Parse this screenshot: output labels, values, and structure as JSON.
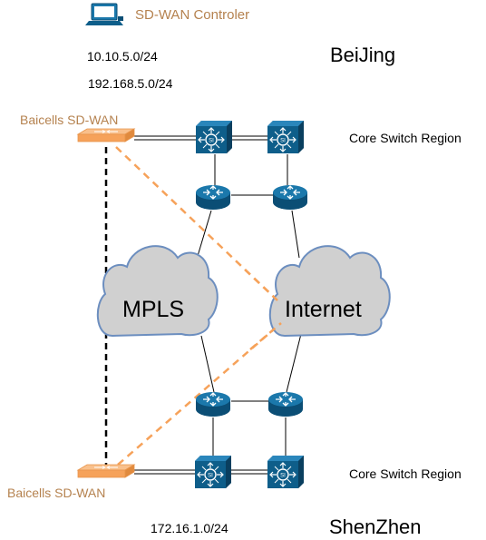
{
  "controller": {
    "label": "SD-WAN Controler",
    "icon": "laptop-icon"
  },
  "beijing": {
    "city": "BeiJing",
    "subnets": [
      "10.10.5.0/24",
      "192.168.5.0/24"
    ],
    "edge_label": "Baicells SD-WAN",
    "core_label": "Core Switch Region"
  },
  "shenzhen": {
    "city": "ShenZhen",
    "subnets": [
      "172.16.1.0/24"
    ],
    "edge_label": "Baicells SD-WAN",
    "core_label": "Core Switch Region"
  },
  "clouds": {
    "mpls": "MPLS",
    "internet": "Internet"
  },
  "colors": {
    "device_blue": "#0e5e8a",
    "device_top": "#1b78ab",
    "edge_orange": "#f6a25a",
    "cloud_fill": "#d0d0d0",
    "cloud_stroke": "#6c8ebf",
    "label_orange": "#b5824f"
  }
}
